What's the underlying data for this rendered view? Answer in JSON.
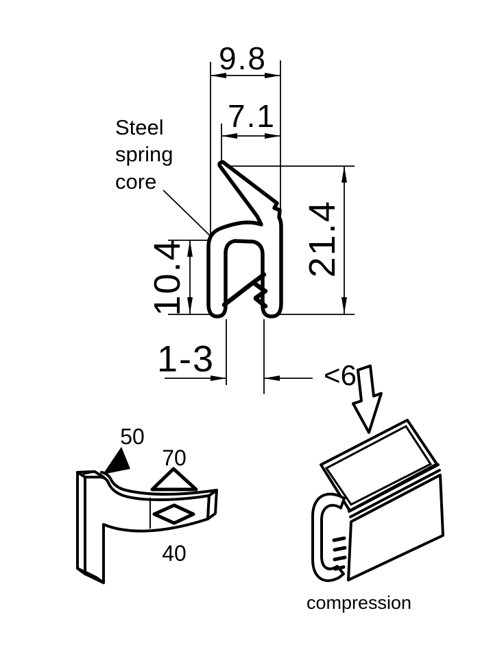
{
  "drawing": {
    "background": "#ffffff",
    "line_color": "#000000",
    "core_label": "Steel spring core",
    "compression_label": "compression",
    "dimensions": {
      "top_width": "9.8",
      "lip_width": "7.1",
      "total_height": "21.4",
      "clamp_height": "10.4",
      "grip_range": "1-3",
      "max_compression": "<6",
      "radius_top": "50",
      "radius_inner": "70",
      "radius_outer": "40"
    }
  }
}
